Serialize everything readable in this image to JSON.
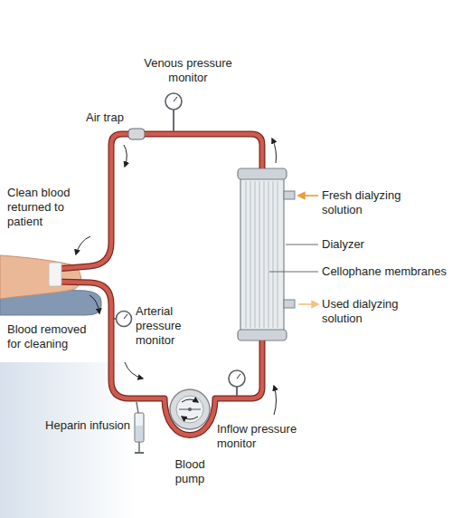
{
  "diagram": {
    "labels": [
      "Venous pressure monitor",
      "Air trap",
      "Clean blood returned to patient",
      "Fresh dialyzing solution",
      "Dialyzer",
      "Cellophane membranes",
      "Used dialyzing solution",
      "Blood removed for cleaning",
      "Arterial pressure monitor",
      "Heparin infusion",
      "Blood pump",
      "Inflow pressure monitor"
    ]
  }
}
